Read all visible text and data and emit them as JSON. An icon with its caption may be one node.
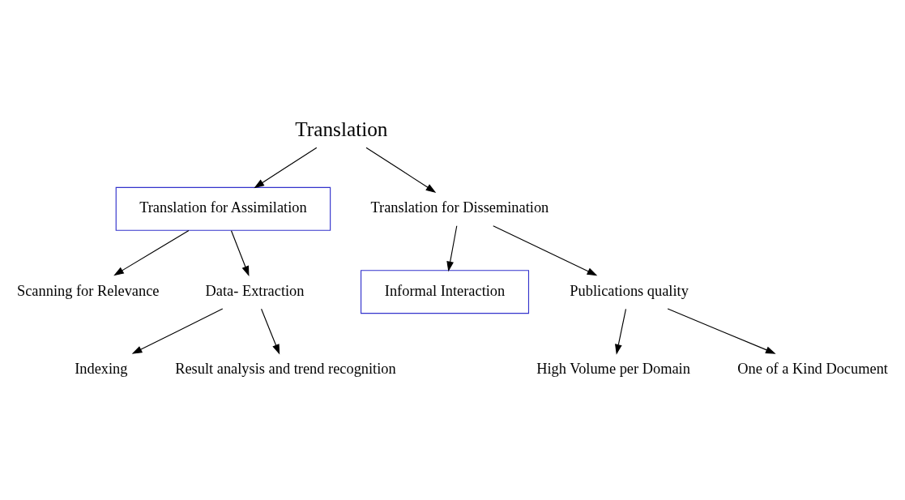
{
  "diagram": {
    "nodes": [
      {
        "text": [
          "Translation"
        ]
      },
      {
        "text": [
          "Translation for Assimilation"
        ]
      },
      {
        "text": [
          "Translation for Dissemination"
        ]
      },
      {
        "text": [
          "Scanning for Relevance"
        ]
      },
      {
        "text": [
          "Data- Extraction"
        ]
      },
      {
        "text": [
          "Informal Interaction"
        ]
      },
      {
        "text": [
          "Publications quality"
        ]
      },
      {
        "text": [
          "Indexing"
        ]
      },
      {
        "text": [
          "Result analysis and trend recognition"
        ]
      },
      {
        "text": [
          "High Volume per Domain"
        ]
      },
      {
        "text": [
          "One of a Kind Document"
        ]
      }
    ],
    "edges": [
      {
        "from": 0,
        "to": 1,
        "arrow": "to"
      },
      {
        "from": 0,
        "to": 2,
        "arrow": "to"
      },
      {
        "from": 1,
        "to": 3,
        "arrow": "to"
      },
      {
        "from": 1,
        "to": 4,
        "arrow": "to"
      },
      {
        "from": 2,
        "to": 5,
        "arrow": "to"
      },
      {
        "from": 2,
        "to": 6,
        "arrow": "to"
      },
      {
        "from": 4,
        "to": 7,
        "arrow": "to"
      },
      {
        "from": 4,
        "to": 8,
        "arrow": "to"
      },
      {
        "from": 6,
        "to": 9,
        "arrow": "to"
      },
      {
        "from": 6,
        "to": 10,
        "arrow": "to"
      }
    ]
  }
}
